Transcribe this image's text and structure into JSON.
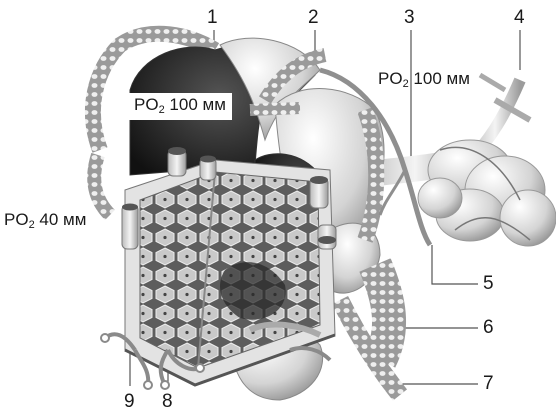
{
  "callouts": [
    "1",
    "2",
    "3",
    "4",
    "5",
    "6",
    "7",
    "8",
    "9"
  ],
  "po2_labels": [
    {
      "prefix": "PO",
      "sub": "2",
      "value": "100 мм"
    },
    {
      "prefix": "PO",
      "sub": "2",
      "value": "100 мм"
    },
    {
      "prefix": "PO",
      "sub": "2",
      "value": "40 мм"
    }
  ],
  "colors": {
    "background": "#ffffff",
    "alveolus_dark": "#1e1e1e",
    "tissue_light": "#e6e6e6",
    "vessel_gray": "#8a8a8a",
    "text": "#1a1a1a"
  }
}
